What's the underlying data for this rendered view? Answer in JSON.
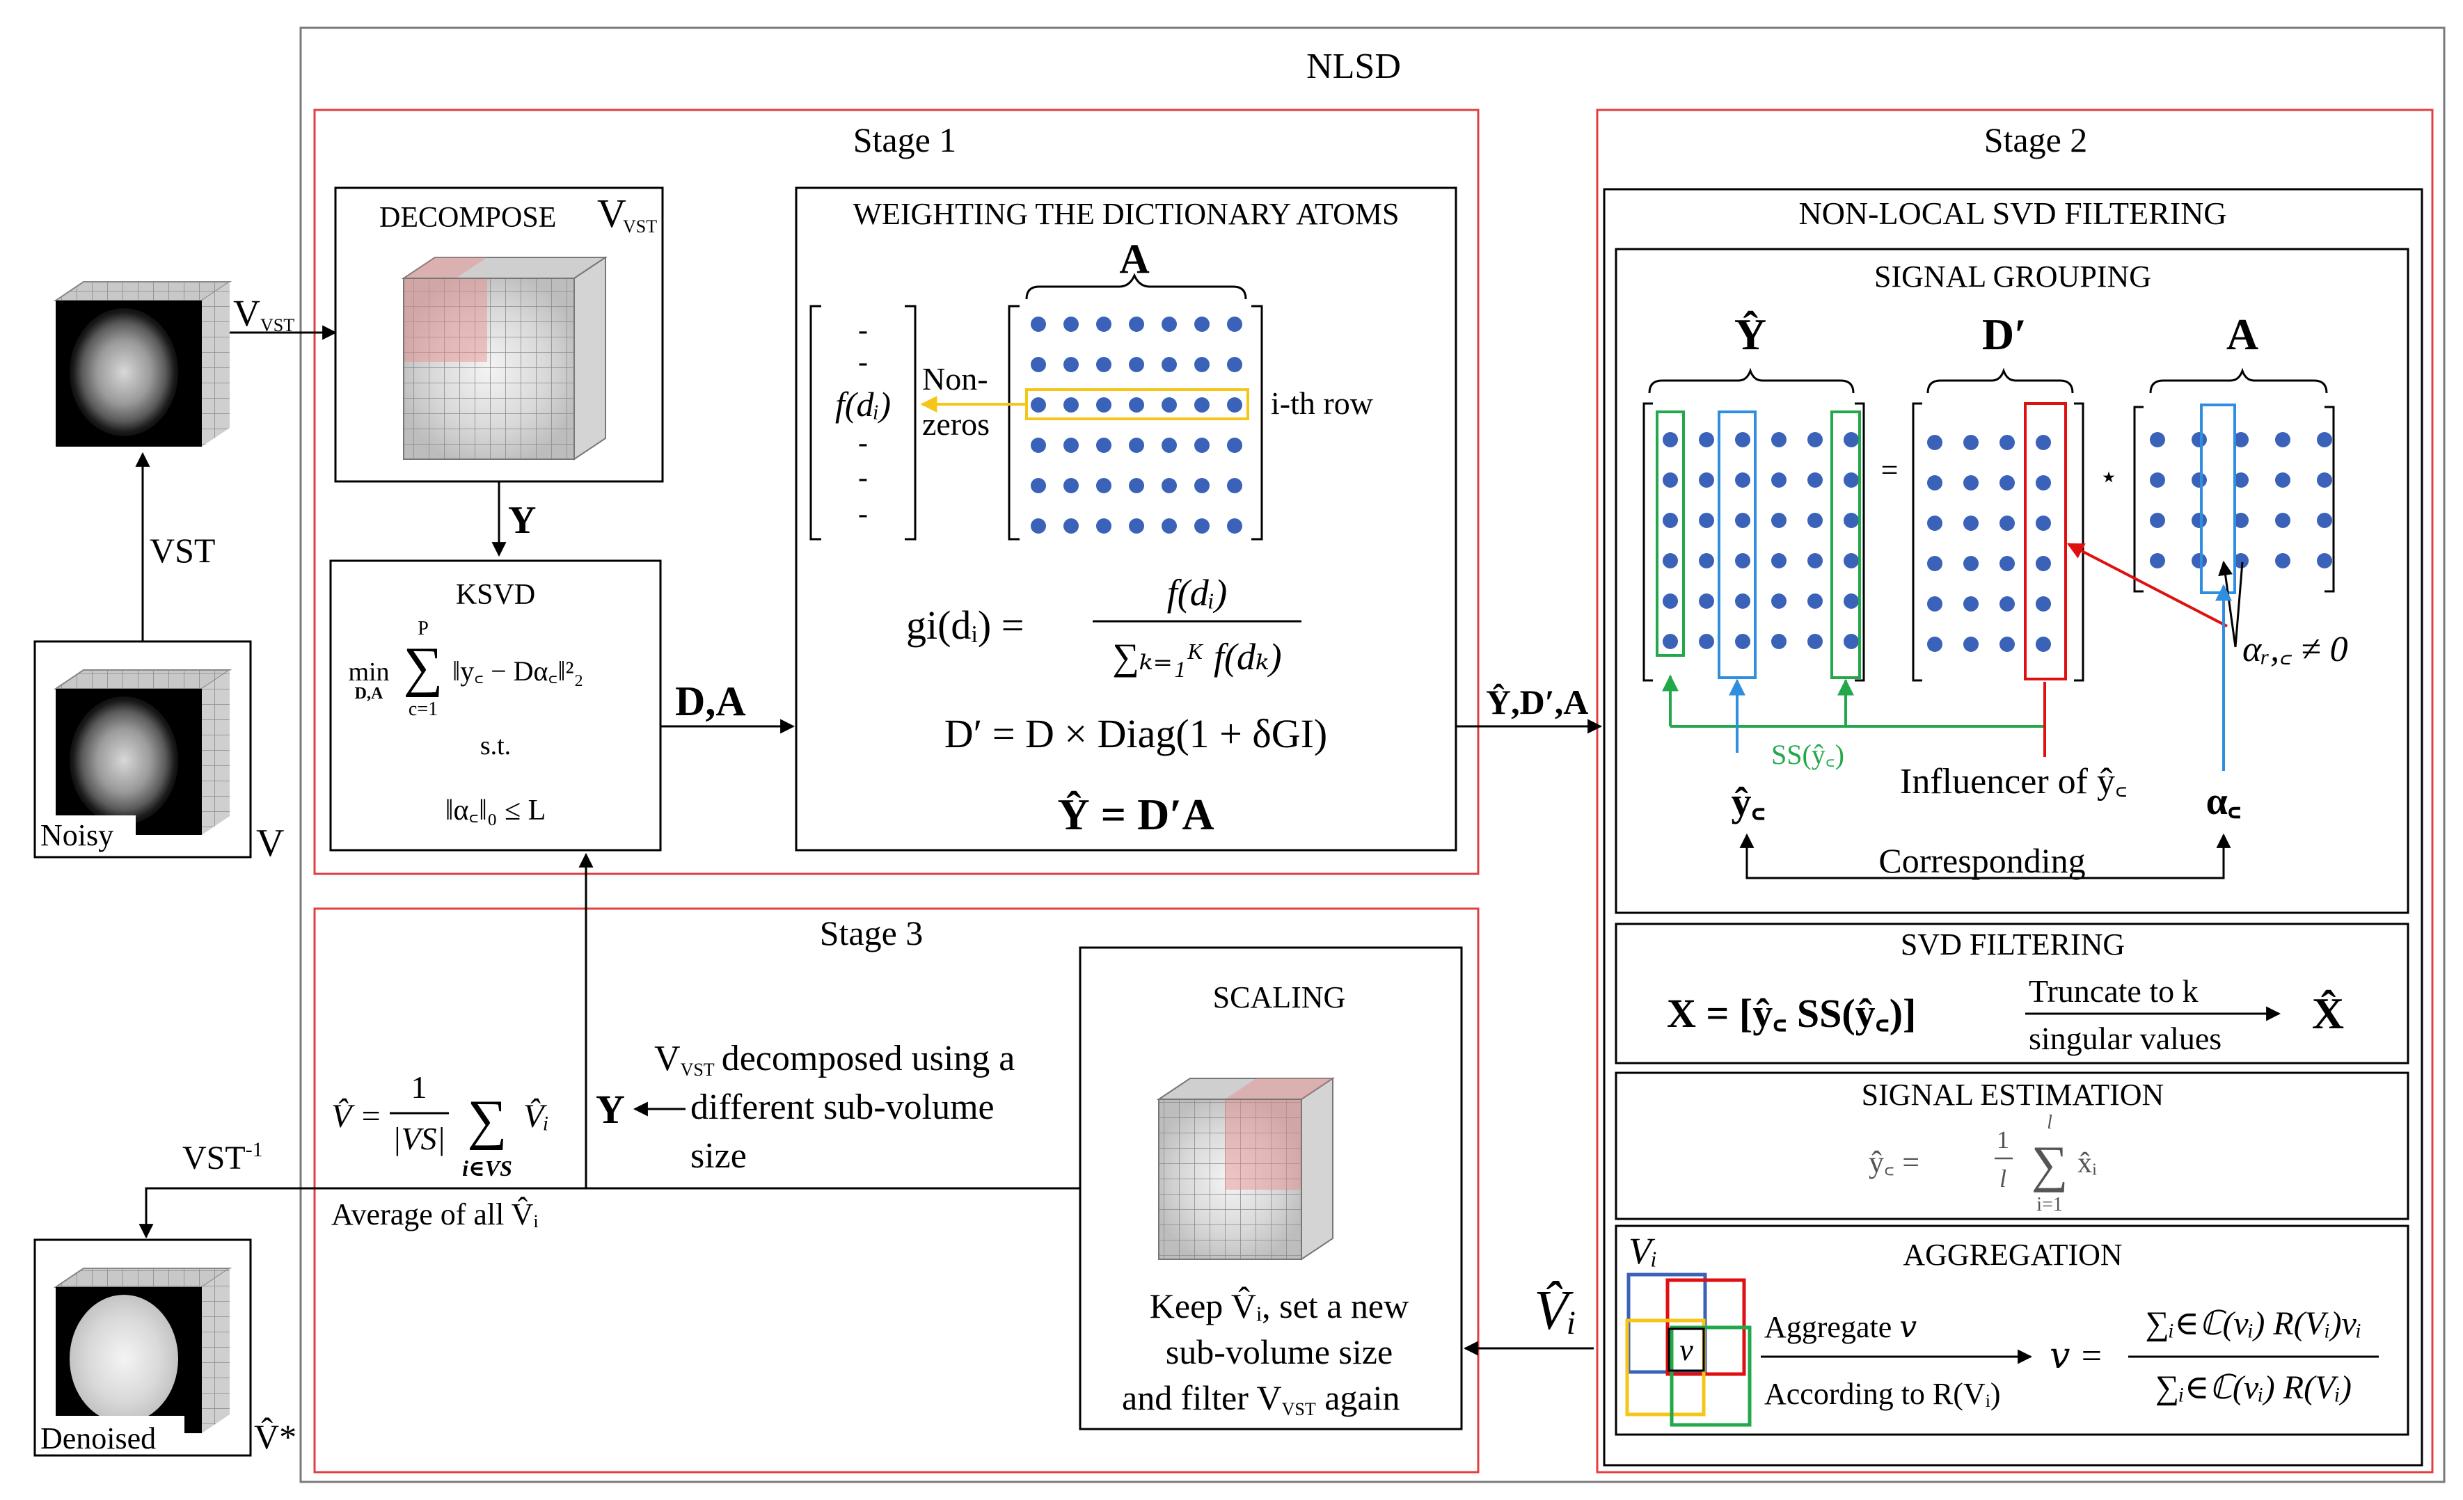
{
  "colors": {
    "red": "#e04040",
    "dot": "#3a62b8",
    "yellow": "#f5c518",
    "green": "#22a84a",
    "blue": "#2f8ee0",
    "darkred": "#e01010",
    "gray": "#7a7a7a"
  },
  "outer": {
    "title": "NLSD"
  },
  "stage1": {
    "title": "Stage 1",
    "decompose": {
      "title": "DECOMPOSE",
      "var": "V",
      "sub": "VST"
    },
    "ksvd": {
      "title": "KSVD",
      "sum_top": "P",
      "min": "min",
      "min_sub": "D,A",
      "sum_bottom": "c=1",
      "objective": "‖y꜀ − Dα꜀‖²₂",
      "st": "s.t.",
      "constraint": "‖α꜀‖₀ ≤ L"
    },
    "weighting": {
      "title": "WEIGHTING THE DICTIONARY ATOMS",
      "matrix_label": "A",
      "vector_entries": [
        "-",
        "-",
        "-",
        "-",
        "-",
        "-"
      ],
      "fd": "f(dᵢ)",
      "nonzeros": [
        "Non-",
        "zeros"
      ],
      "ith_row": "i-th row",
      "gi_lhs": "gi(dᵢ) =",
      "gi_num": "f(dᵢ)",
      "gi_den": "∑ₖ₌₁ᴷ f(dₖ)",
      "dprime": "D′ = D × Diag(1 + δGI)",
      "yhat": "Ŷ = D′A"
    },
    "arrow_y": "Y",
    "arrow_da": "D,A"
  },
  "stage2": {
    "title": "Stage 2",
    "nonlocal": "NON-LOCAL SVD FILTERING",
    "grouping": {
      "title": "SIGNAL GROUPING",
      "yhat": "Ŷ",
      "dprime": "D′",
      "a": "A",
      "eq": "=",
      "star": "⋆",
      "ss": "SS(ŷ꜀)",
      "influencer": "Influencer of ŷ꜀",
      "alpha_rc": "αᵣ,꜀ ≠ 0",
      "yc": "ŷ꜀",
      "alpha_c": "α꜀",
      "corresponding": "Corresponding"
    },
    "svd": {
      "title": "SVD FILTERING",
      "expr": "X = [ŷ꜀ SS(ŷ꜀)]",
      "truncate": "Truncate to k",
      "singular": "singular values",
      "xhat": "X̂"
    },
    "estimation": {
      "title": "SIGNAL ESTIMATION",
      "lhs": "ŷ꜀ =",
      "frac_num": "1",
      "frac_den": "l",
      "sum_top": "l",
      "sum_bottom": "i=1",
      "term": "x̂ᵢ"
    },
    "aggregation": {
      "title": "AGGREGATION",
      "vi": "Vᵢ",
      "v": "v",
      "aggregate": "Aggregate 𝑣",
      "according": "According to R(Vᵢ)",
      "lhs": "𝑣 =",
      "num": "∑ᵢ∈ℂ(vᵢ) R(Vᵢ)vᵢ",
      "den": "∑ᵢ∈ℂ(vᵢ) R(Vᵢ)"
    },
    "arrow_in": "Ŷ,D′,A"
  },
  "stage3": {
    "title": "Stage 3",
    "scaling": {
      "title": "SCALING",
      "lines": [
        "Keep V̂ᵢ, set a new",
        "sub-volume size",
        "and filter V"
      ],
      "vst": "VST",
      "again": " again"
    },
    "decomposed": {
      "v": "V",
      "sub": "VST",
      "lines": [
        "decomposed using a",
        "different sub-volume",
        "size"
      ]
    },
    "arrow_y": "Y",
    "avg_formula": {
      "lhs": "V̂ =",
      "num": "1",
      "den": "|VS|",
      "sum_bottom": "i∈VS",
      "term": "V̂ᵢ"
    },
    "avg_caption": "Average of all V̂ᵢ",
    "vi_hat": "V̂ᵢ"
  },
  "left": {
    "vvst": "V",
    "vvst_sub": "VST",
    "vst": "VST",
    "noisy": "Noisy",
    "v": "V",
    "vst_inv": "VST",
    "vst_inv_sup": "-1",
    "denoised": "Denoised",
    "vstar": "V̂*"
  }
}
